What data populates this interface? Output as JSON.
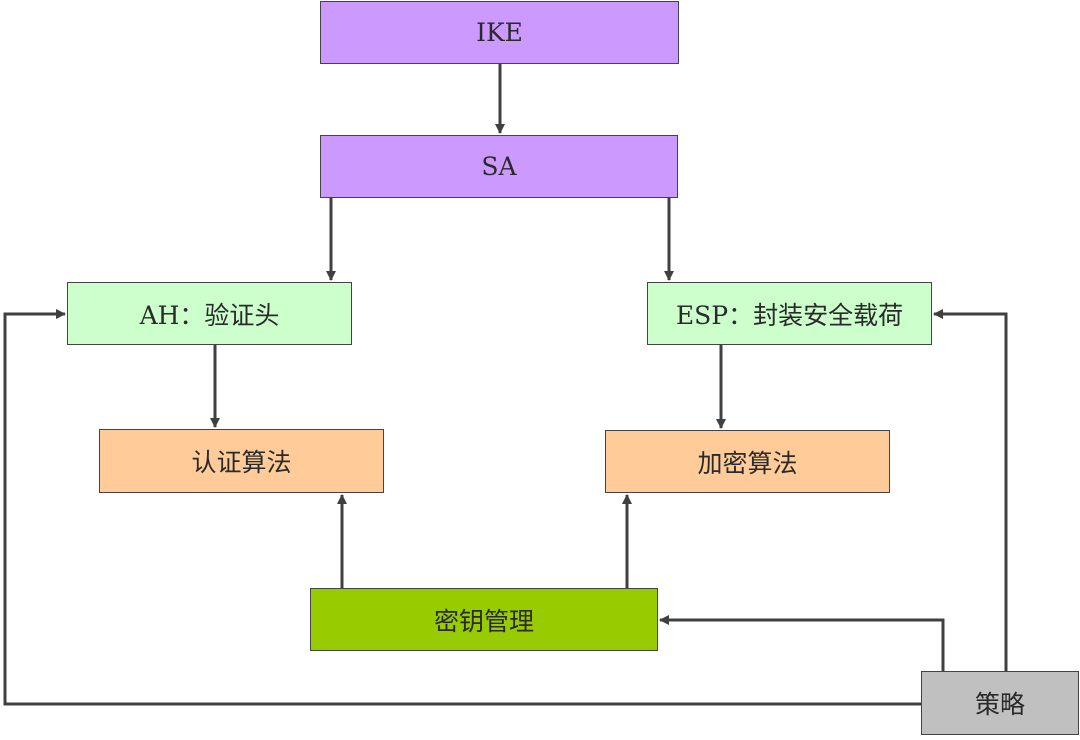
{
  "nodes": {
    "ike": {
      "label": "IKE",
      "color": "#cc99ff"
    },
    "sa": {
      "label": "SA",
      "color": "#cc99ff"
    },
    "ah": {
      "label": "AH：验证头",
      "color": "#ccffcc"
    },
    "esp": {
      "label": "ESP：封装安全载荷",
      "color": "#ccffcc"
    },
    "auth": {
      "label": "认证算法",
      "color": "#ffcc99"
    },
    "enc": {
      "label": "加密算法",
      "color": "#ffcc99"
    },
    "keymgmt": {
      "label": "密钥管理",
      "color": "#99cc00"
    },
    "policy": {
      "label": "策略",
      "color": "#c0c0c0"
    }
  },
  "edges": [
    {
      "from": "ike",
      "to": "sa"
    },
    {
      "from": "sa",
      "to": "ah"
    },
    {
      "from": "sa",
      "to": "esp"
    },
    {
      "from": "ah",
      "to": "auth"
    },
    {
      "from": "esp",
      "to": "enc"
    },
    {
      "from": "keymgmt",
      "to": "auth"
    },
    {
      "from": "keymgmt",
      "to": "enc"
    },
    {
      "from": "policy",
      "to": "keymgmt"
    },
    {
      "from": "policy",
      "to": "esp"
    },
    {
      "from": "policy",
      "to": "ah"
    }
  ],
  "colors": {
    "line": "#404040"
  }
}
